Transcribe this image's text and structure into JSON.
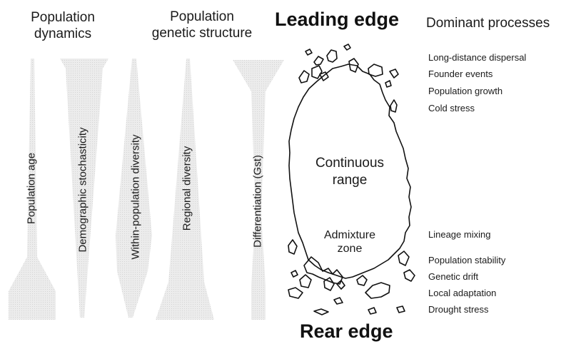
{
  "headers": {
    "population_dynamics": "Population\ndynamics",
    "genetic_structure": "Population\ngenetic structure",
    "leading_edge": "Leading edge",
    "dominant_processes": "Dominant processes",
    "rear_edge": "Rear edge"
  },
  "gradients": [
    {
      "label": "Population age"
    },
    {
      "label": "Demographic stochasticity"
    },
    {
      "label": "Within-population diversity"
    },
    {
      "label": "Regional diversity"
    },
    {
      "label": "Differentiation (Gst)"
    }
  ],
  "range": {
    "continuous": "Continuous\nrange",
    "admixture": "Admixture\nzone"
  },
  "leading_processes": [
    "Long-distance dispersal",
    "Founder events",
    "Population growth",
    "Cold stress"
  ],
  "middle_processes": [
    "Lineage mixing"
  ],
  "rear_processes": [
    "Population stability",
    "Genetic drift",
    "Local adaptation",
    "Drought stress"
  ],
  "colors": {
    "gradient_fill": "#e6e6e6",
    "outline": "#111111"
  }
}
